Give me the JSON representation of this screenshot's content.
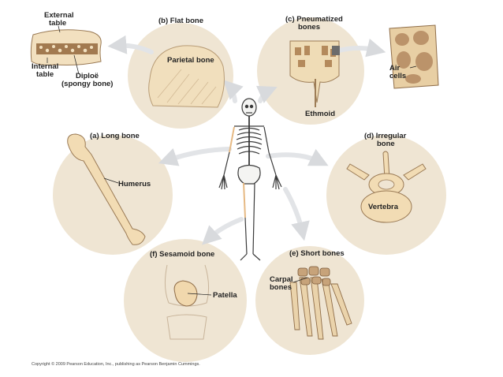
{
  "colors": {
    "circle": "#efe5d3",
    "bone": "#f2dcb4",
    "bone_dark": "#c9a476",
    "outline": "#8a6a48",
    "spongy": "#8a6238",
    "arrow": "#e3e5e8"
  },
  "panels": {
    "flat": {
      "title": "(b) Flat bone",
      "specimen": "Parietal bone"
    },
    "pneumatized": {
      "title_line1": "(c) Pneumatized",
      "title_line2": "bones",
      "specimen": "Ethmoid",
      "detail_line1": "Air",
      "detail_line2": "cells"
    },
    "section": {
      "external_line1": "External",
      "external_line2": "table",
      "internal_line1": "Internal",
      "internal_line2": "table",
      "diploe_line1": "Diploë",
      "diploe_line2": "(spongy bone)"
    },
    "long": {
      "title": "(a) Long bone",
      "specimen": "Humerus"
    },
    "irregular": {
      "title_line1": "(d) Irregular",
      "title_line2": "bone",
      "specimen": "Vertebra"
    },
    "sesamoid": {
      "title": "(f) Sesamoid bone",
      "specimen": "Patella"
    },
    "short": {
      "title": "(e) Short bones",
      "specimen_line1": "Carpal",
      "specimen_line2": "bones"
    }
  },
  "copyright": "Copyright © 2009 Pearson Education, Inc., publishing as Pearson Benjamin Cummings."
}
